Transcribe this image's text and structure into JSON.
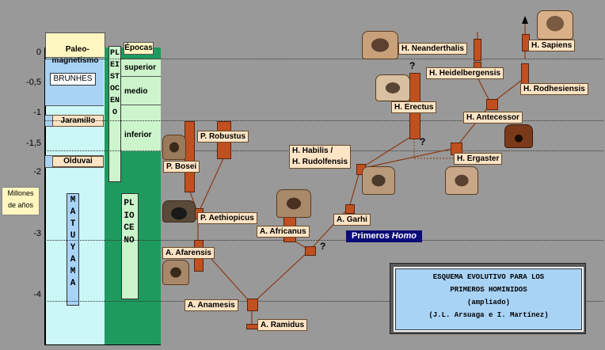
{
  "axis": {
    "label_line1": "Millones",
    "label_line2": "de años",
    "ticks": [
      "0",
      "-0,5",
      "-1",
      "-1,5",
      "-2",
      "-3",
      "-4"
    ]
  },
  "paleomag": {
    "header": "Paleo-\nmagnetismo",
    "brunhes": "BRUNHES",
    "jaramillo": "Jaramillo",
    "olduvai": "Olduvai",
    "matuyama": "MATUYAMA"
  },
  "epochs": {
    "header": "Épocas",
    "superior": "superior",
    "medio": "medio",
    "inferior": "inferior",
    "pleistoceno": "PLEISTOCENO",
    "plioceno": "PLIOCENO"
  },
  "species": {
    "sapiens": "H. Sapiens",
    "neanderthalis": "H. Neanderthalis",
    "heidelbergensis": "H. Heidelbergensis",
    "rodhesiensis": "H. Rodhesiensis",
    "erectus": "H. Erectus",
    "antecessor": "H. Antecessor",
    "habilis": "H. Habilis /\nH. Rudolfensis",
    "ergaster": "H. Ergaster",
    "robustus": "P. Robustus",
    "bosei": "P. Bosei",
    "aethiopicus": "P. Aethiopicus",
    "africanus": "A. Africanus",
    "garhi": "A. Garhi",
    "afarensis": "A. Afarensis",
    "anamensis": "A. Anamesis",
    "ramidus": "A. Ramidus"
  },
  "primeros_homo": {
    "prefix": "Primeros ",
    "italic": "Homo"
  },
  "question_mark": "?",
  "title_box": {
    "line1": "ESQUEMA EVOLUTIVO PARA LOS",
    "line2": "PRIMEROS HOMINIDOS",
    "line3": "(ampliado)",
    "line4": "(J.L. Arsuaga e I. Martínez)"
  },
  "colors": {
    "background": "#999999",
    "bar": "#c0501f",
    "label_bg": "#fde4c5",
    "brunhes": "#a9d3f5",
    "matuyama": "#ccf7f7",
    "pleistocene_green": "#1e9a5e",
    "pleistocene_light": "#ccf5cc",
    "pliocene_green": "#1e9a5e"
  }
}
